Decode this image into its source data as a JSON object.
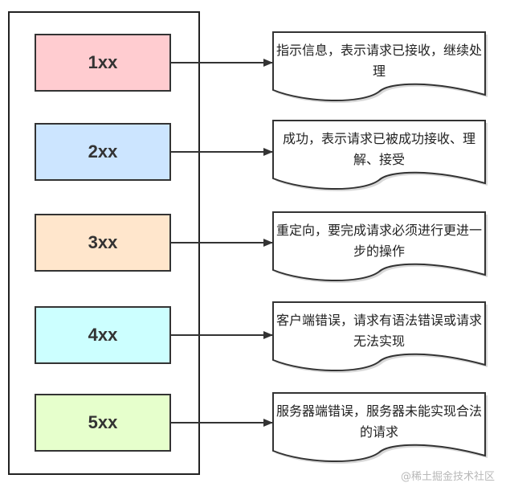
{
  "items": [
    {
      "code": "1xx",
      "fill": "#ffccd0",
      "description": "指示信息，表示请求已接收，继续处理"
    },
    {
      "code": "2xx",
      "fill": "#cce5ff",
      "description": "成功，表示请求已被成功接收、理解、接受"
    },
    {
      "code": "3xx",
      "fill": "#ffe6cc",
      "description": "重定向，要完成请求必须进行更进一步的操作"
    },
    {
      "code": "4xx",
      "fill": "#ccffff",
      "description": "客户端错误，请求有语法错误或请求无法实现"
    },
    {
      "code": "5xx",
      "fill": "#e6ffcc",
      "description": "服务器端错误，服务器未能实现合法的请求"
    }
  ],
  "watermark": "@稀土掘金技术社区"
}
